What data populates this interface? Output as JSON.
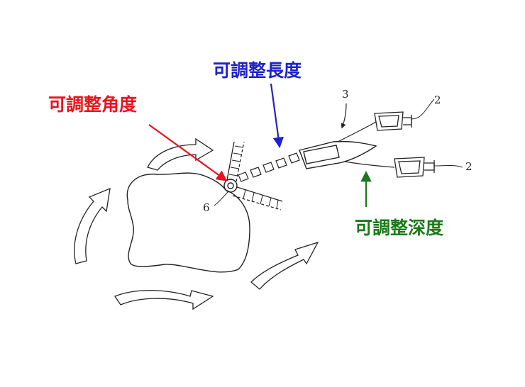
{
  "labels": {
    "adjust_angle": "可調整角度",
    "adjust_length": "可調整長度",
    "adjust_depth": "可調整深度"
  },
  "numbers": {
    "ref_3": "3",
    "ref_2_top": "2",
    "ref_2_bottom": "2",
    "ref_6": "6"
  },
  "colors": {
    "angle": "#e8141e",
    "length": "#1f22c8",
    "depth": "#1a7a1a",
    "line": "#222222"
  }
}
